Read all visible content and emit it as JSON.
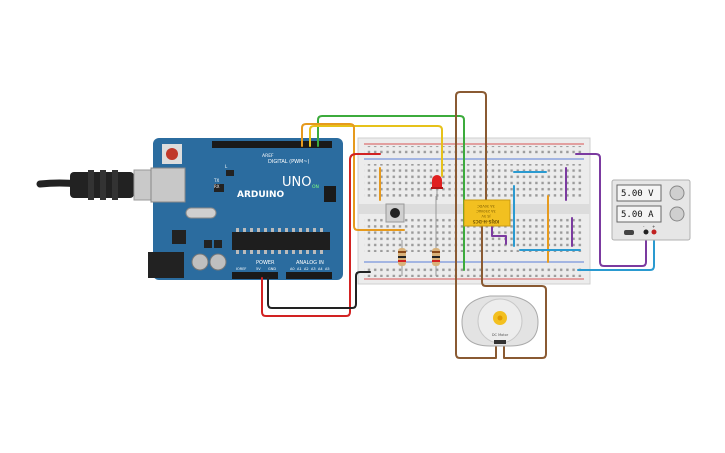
{
  "arduino": {
    "brand": "ARDUINO",
    "model": "UNO",
    "digital_label": "DIGITAL (PWM~)",
    "power_label": "POWER",
    "analog_label": "ANALOG IN",
    "on_label": "ON",
    "tx_label": "TX",
    "rx_label": "RX",
    "l_label": "L",
    "aref_label": "AREF",
    "gnd_label": "GND",
    "ioref_label": "IOREF",
    "reset_label": "RESET",
    "v33_label": "3.3V",
    "v5_label": "5V",
    "vin_label": "Vin",
    "analog_pins": [
      "A0",
      "A1",
      "A2",
      "A3",
      "A4",
      "A5"
    ]
  },
  "power_supply": {
    "voltage": "5.00 V",
    "current": "5.00 A",
    "minus_label": "-",
    "plus_label": "+"
  },
  "relay": {
    "line1": "3A 30VDC",
    "line2": "3A 250VAC",
    "line3": "JS 5V",
    "line4": "KRJS-H-DC5"
  },
  "motor": {
    "label": "DC Motor"
  },
  "colors": {
    "arduino_board": "#2b6c9f",
    "breadboard": "#ececec",
    "wire_green": "#3cab3c",
    "wire_yellow": "#e6c21a",
    "wire_orange": "#e69a1e",
    "wire_brown": "#8a5a32",
    "wire_red": "#d22222",
    "wire_black": "#222222",
    "wire_purple": "#7b3aa0",
    "wire_blue": "#2a9ad0",
    "led_red": "#e02020",
    "relay_yellow": "#f2c020"
  }
}
